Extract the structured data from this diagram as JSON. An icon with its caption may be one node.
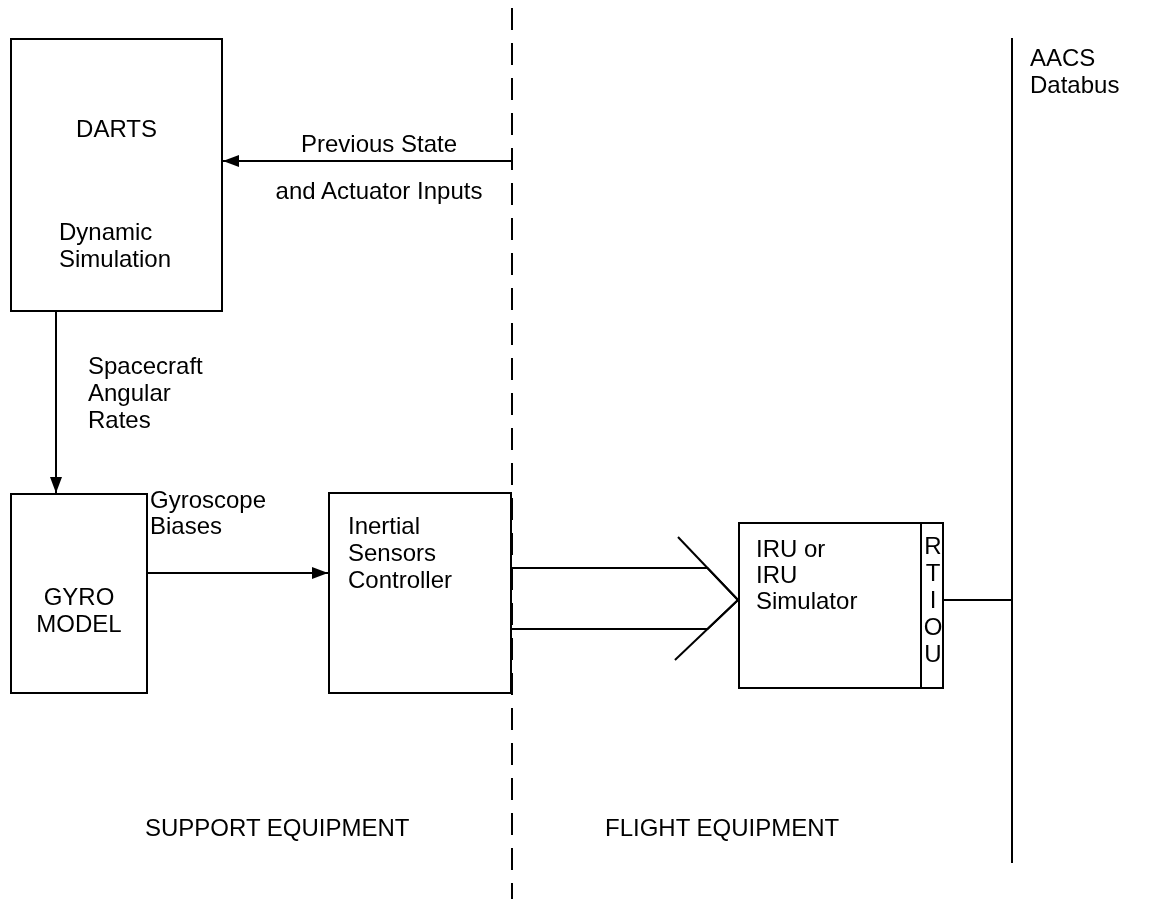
{
  "diagram": {
    "nodes": [
      {
        "text": [
          "DARTS",
          "Dynamic Simulation"
        ]
      },
      {
        "text": [
          "GYRO MODEL"
        ]
      },
      {
        "text": [
          "Inertial Sensors Controller"
        ]
      },
      {
        "text": [
          "IRU or IRU Simulator"
        ]
      },
      {
        "text": [
          "RTIOU"
        ],
        "in": 3
      },
      {
        "text": [
          "AACS Databus"
        ]
      }
    ],
    "edges": [
      {
        "from": null,
        "to": 0,
        "arrow": "to",
        "label": "Previous State and Actuator Inputs"
      },
      {
        "from": 0,
        "to": 1,
        "arrow": "to",
        "label": "Spacecraft Angular Rates"
      },
      {
        "from": 1,
        "to": 2,
        "arrow": "to",
        "label": "Gyroscope Biases"
      },
      {
        "from": 2,
        "to": 3,
        "arrow": "other"
      },
      {
        "from": 2,
        "to": 3,
        "arrow": "other"
      },
      {
        "from": 4,
        "to": 5,
        "arrow": "none"
      }
    ],
    "labels": [
      "SUPPORT EQUIPMENT",
      "FLIGHT EQUIPMENT"
    ]
  }
}
